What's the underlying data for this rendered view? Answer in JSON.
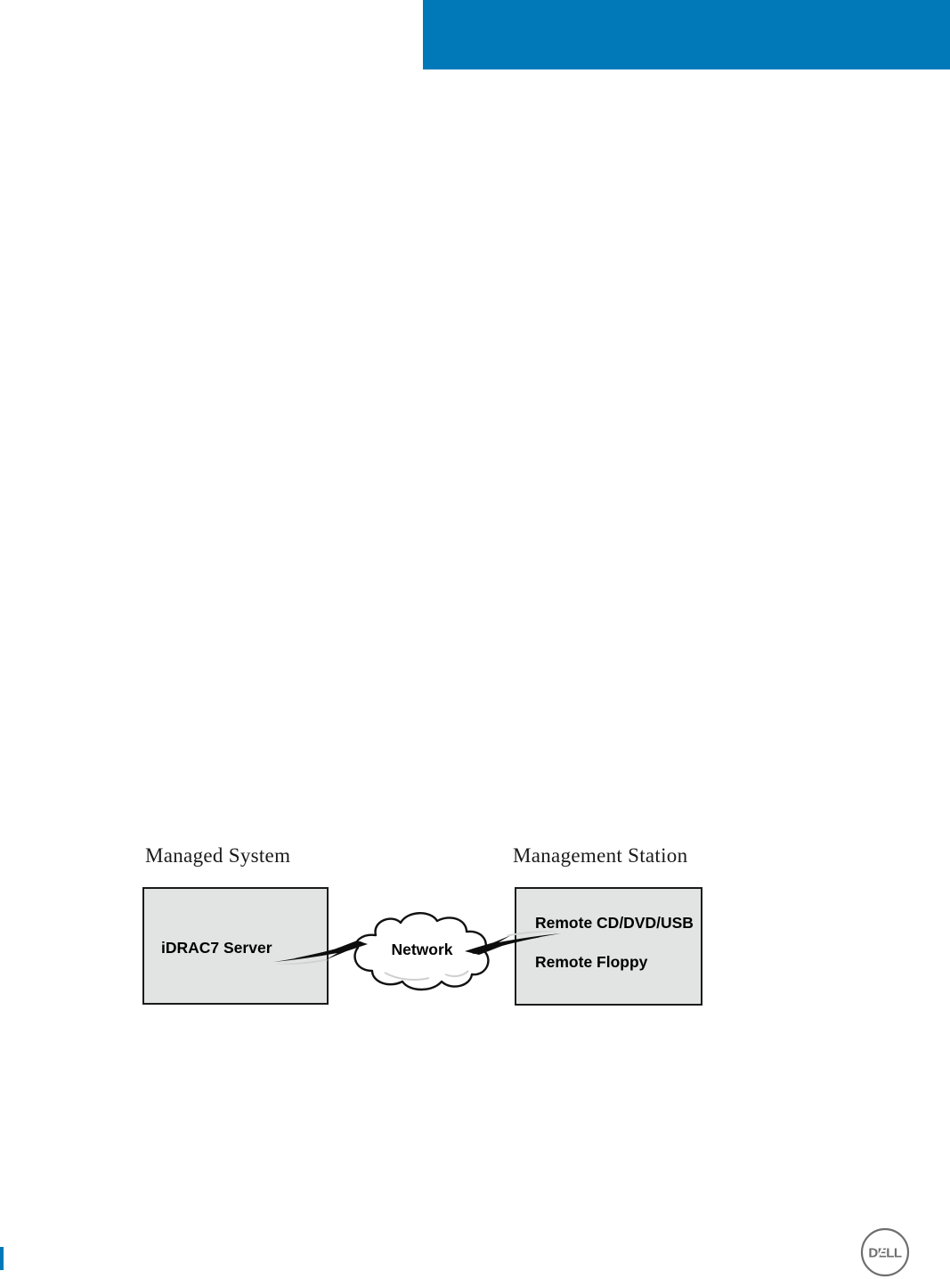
{
  "page": {
    "background_color": "#ffffff",
    "header_band_color": "#0179b8",
    "footer_rule_color": "#0179b8",
    "logo_color": "#6e6e6e",
    "logo_name": "dell-logo",
    "logo_text": "DELL"
  },
  "diagram": {
    "title_left": "Managed System",
    "title_right": "Management Station",
    "box_fill_color": "#e2e4e4",
    "box_border_color": "#1b1b1b",
    "managed_system": {
      "label": "iDRAC7 Server"
    },
    "management_station": {
      "line1": "Remote CD/DVD/USB",
      "line2": "Remote Floppy"
    },
    "network": {
      "label": "Network",
      "shape": "cloud-shape"
    },
    "connectors": [
      {
        "name": "bolt-arrow-left",
        "direction": "left"
      },
      {
        "name": "bolt-arrow-right",
        "direction": "right"
      }
    ]
  }
}
